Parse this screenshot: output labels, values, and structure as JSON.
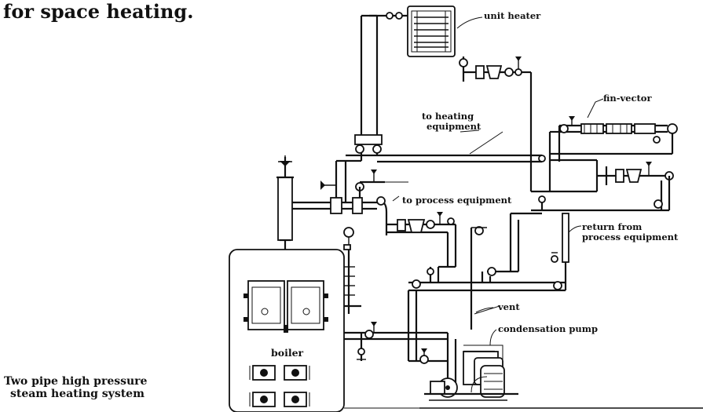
{
  "heading": "for space heating.",
  "caption": {
    "line1": "Two pipe high pressure",
    "line2": "steam heating system"
  },
  "labels": {
    "unit_heater": "unit heater",
    "fin_vector": "fin-vector",
    "to_heating_l1": "to heating",
    "to_heating_l2": "equipment",
    "to_process": "to process equipment",
    "return_l1": "return from",
    "return_l2": "process equipment",
    "vent": "vent",
    "condensation_pump": "condensation pump",
    "boiler": "boiler"
  }
}
